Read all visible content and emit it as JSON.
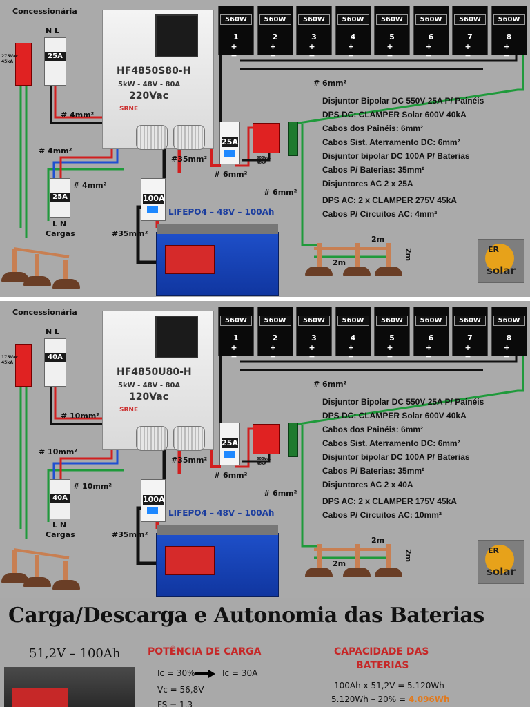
{
  "sections": [
    {
      "utility": "Concessionária",
      "nl": "N L",
      "dps_ac_label_line1": "275Vac",
      "dps_ac_label_line2": "45kA",
      "grid_breaker": "25A",
      "inverter": {
        "model": "HF4850S80-H",
        "spec": "5kW - 48V - 80A",
        "voltage": "220Vac",
        "brand": "SRNE"
      },
      "panels": [
        {
          "watt": "560W",
          "num": "1"
        },
        {
          "watt": "560W",
          "num": "2"
        },
        {
          "watt": "560W",
          "num": "3"
        },
        {
          "watt": "560W",
          "num": "4"
        },
        {
          "watt": "560W",
          "num": "5"
        },
        {
          "watt": "560W",
          "num": "6"
        },
        {
          "watt": "560W",
          "num": "7"
        },
        {
          "watt": "560W",
          "num": "8"
        }
      ],
      "plus_minus": "+ −",
      "wire_6mm_top": "# 6mm²",
      "wire_ac_a": "# 4mm²",
      "wire_ac_b": "# 4mm²",
      "wire_ac_c": "# 4mm²",
      "wire_35_a": "#35mm²",
      "wire_35_b": "#35mm²",
      "wire_6mm_mid": "# 6mm²",
      "wire_6mm_ground": "# 6mm²",
      "pv_breaker": "25A",
      "dps_dc_line1": "600Vcc",
      "dps_dc_line2": "40kA",
      "battery_breaker": "100A",
      "load_breaker": "25A",
      "load_ln": "L N",
      "loads": "Cargas",
      "battery_label": "LIFEPO4 – 48V – 100Ah",
      "dim_a": "2m",
      "dim_b": "2m",
      "dim_c": "2m",
      "specs": [
        "Disjuntor Bipolar DC 550V 25A P/ Painéis",
        "DPS DC: CLAMPER Solar 600V 40kA",
        "Cabos dos Painéis: 6mm²",
        "Cabos Sist. Aterramento DC: 6mm²",
        "Disjuntor bipolar DC 100A P/ Baterias",
        "Cabos P/ Baterias: 35mm²",
        "Disjuntores AC 2 x 25A",
        "DPS AC: 2 x CLAMPER 275V 45kA",
        "Cabos P/ Circuitos AC: 4mm²"
      ],
      "logo_er": "ER",
      "logo_solar": "solar"
    },
    {
      "utility": "Concessionária",
      "nl": "N L",
      "dps_ac_label_line1": "175Vac",
      "dps_ac_label_line2": "45kA",
      "grid_breaker": "40A",
      "inverter": {
        "model": "HF4850U80-H",
        "spec": "5kW - 48V - 80A",
        "voltage": "120Vac",
        "brand": "SRNE"
      },
      "panels": [
        {
          "watt": "560W",
          "num": "1"
        },
        {
          "watt": "560W",
          "num": "2"
        },
        {
          "watt": "560W",
          "num": "3"
        },
        {
          "watt": "560W",
          "num": "4"
        },
        {
          "watt": "560W",
          "num": "5"
        },
        {
          "watt": "560W",
          "num": "6"
        },
        {
          "watt": "560W",
          "num": "7"
        },
        {
          "watt": "560W",
          "num": "8"
        }
      ],
      "plus_minus": "+ −",
      "wire_6mm_top": "# 6mm²",
      "wire_ac_a": "# 10mm²",
      "wire_ac_b": "# 10mm²",
      "wire_ac_c": "# 10mm²",
      "wire_35_a": "#35mm²",
      "wire_35_b": "#35mm²",
      "wire_6mm_mid": "# 6mm²",
      "wire_6mm_ground": "# 6mm²",
      "pv_breaker": "25A",
      "dps_dc_line1": "600Vcc",
      "dps_dc_line2": "40kA",
      "battery_breaker": "100A",
      "load_breaker": "40A",
      "load_ln": "L N",
      "loads": "Cargas",
      "battery_label": "LIFEPO4 – 48V – 100Ah",
      "dim_a": "2m",
      "dim_b": "2m",
      "dim_c": "2m",
      "specs": [
        "Disjuntor Bipolar DC 550V 25A P/ Painéis",
        "DPS DC: CLAMPER Solar 600V 40kA",
        "Cabos dos Painéis: 6mm²",
        "Cabos Sist. Aterramento DC: 6mm²",
        "Disjuntor bipolar DC 100A P/ Baterias",
        "Cabos P/ Baterias: 35mm²",
        "Disjuntores AC 2 x 40A",
        "DPS AC: 2 x CLAMPER 175V 45kA",
        "Cabos P/ Circuitos AC: 10mm²"
      ],
      "logo_er": "ER",
      "logo_solar": "solar"
    }
  ],
  "bottom": {
    "title": "Carga/Descarga e Autonomia das Baterias",
    "battery_spec": "51,2V – 100Ah",
    "charge_title": "POTÊNCIA DE CARGA",
    "ic_pct": "Ic = 30%",
    "ic_val": "Ic = 30A",
    "vc": "Vc = 56,8V",
    "fs": "FS = 1,3",
    "capacity_title_1": "CAPACIDADE  DAS",
    "capacity_title_2": "BATERIAS",
    "cap_line1": "100Ah x 51,2V = 5.120Wh",
    "cap_line2_prefix": "5.120Wh – 20% = ",
    "cap_line2_value": "4.096Wh"
  },
  "colors": {
    "accent_red": "#c62828",
    "accent_orange": "#e07a1f",
    "wire_green": "#1f9a3b",
    "wire_red": "#d11f1f",
    "wire_blue": "#1f4fd1"
  }
}
